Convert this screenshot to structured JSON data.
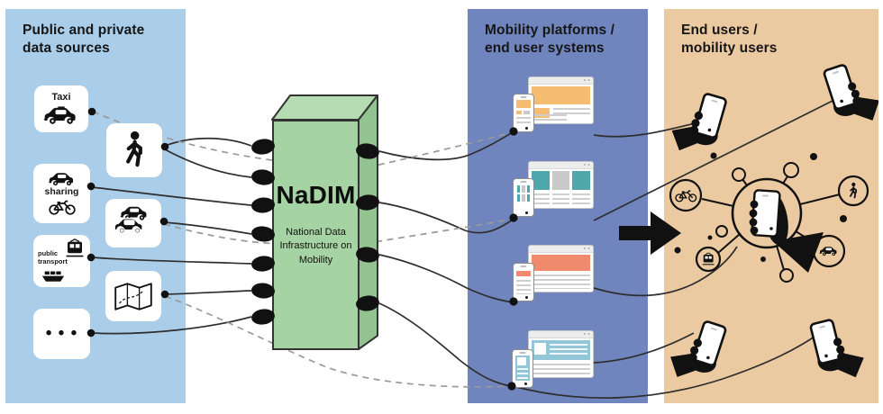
{
  "panels": {
    "sources": {
      "title": [
        "Public and private",
        "data sources"
      ],
      "bg_color": "#aacde9"
    },
    "platforms": {
      "title": [
        "Mobility platforms /",
        "end user systems"
      ],
      "bg_color": "#7085bd"
    },
    "users": {
      "title": [
        "End users /",
        "mobility users"
      ],
      "bg_color": "#eccaa1"
    }
  },
  "nadim_box": {
    "title": "NaDIM",
    "subtitle": [
      "National Data",
      "Infrastructure on",
      "Mobility"
    ],
    "front_color": "#a6d3a3",
    "side_color": "#92c391",
    "top_color": "#b6dcb3"
  },
  "sources": {
    "taxi": {
      "label": "Taxi"
    },
    "sharing": {
      "label": "sharing"
    },
    "public_transport": {
      "label": [
        "public",
        "transport"
      ]
    },
    "more": {
      "label": "• • •"
    }
  },
  "platform_mockups": [
    {
      "name": "platform-orange",
      "accent": "#f6bd72"
    },
    {
      "name": "platform-teal",
      "accent": "#4ea7aa"
    },
    {
      "name": "platform-coral",
      "accent": "#ef8a6d"
    },
    {
      "name": "platform-lightblue",
      "accent": "#93c7d8"
    }
  ],
  "users_network": {
    "modes": [
      "bicycle",
      "pedestrian",
      "car",
      "tram"
    ]
  },
  "line_colors": {
    "solid": "#2e2e2e",
    "dashed": "#9a9a9a"
  }
}
